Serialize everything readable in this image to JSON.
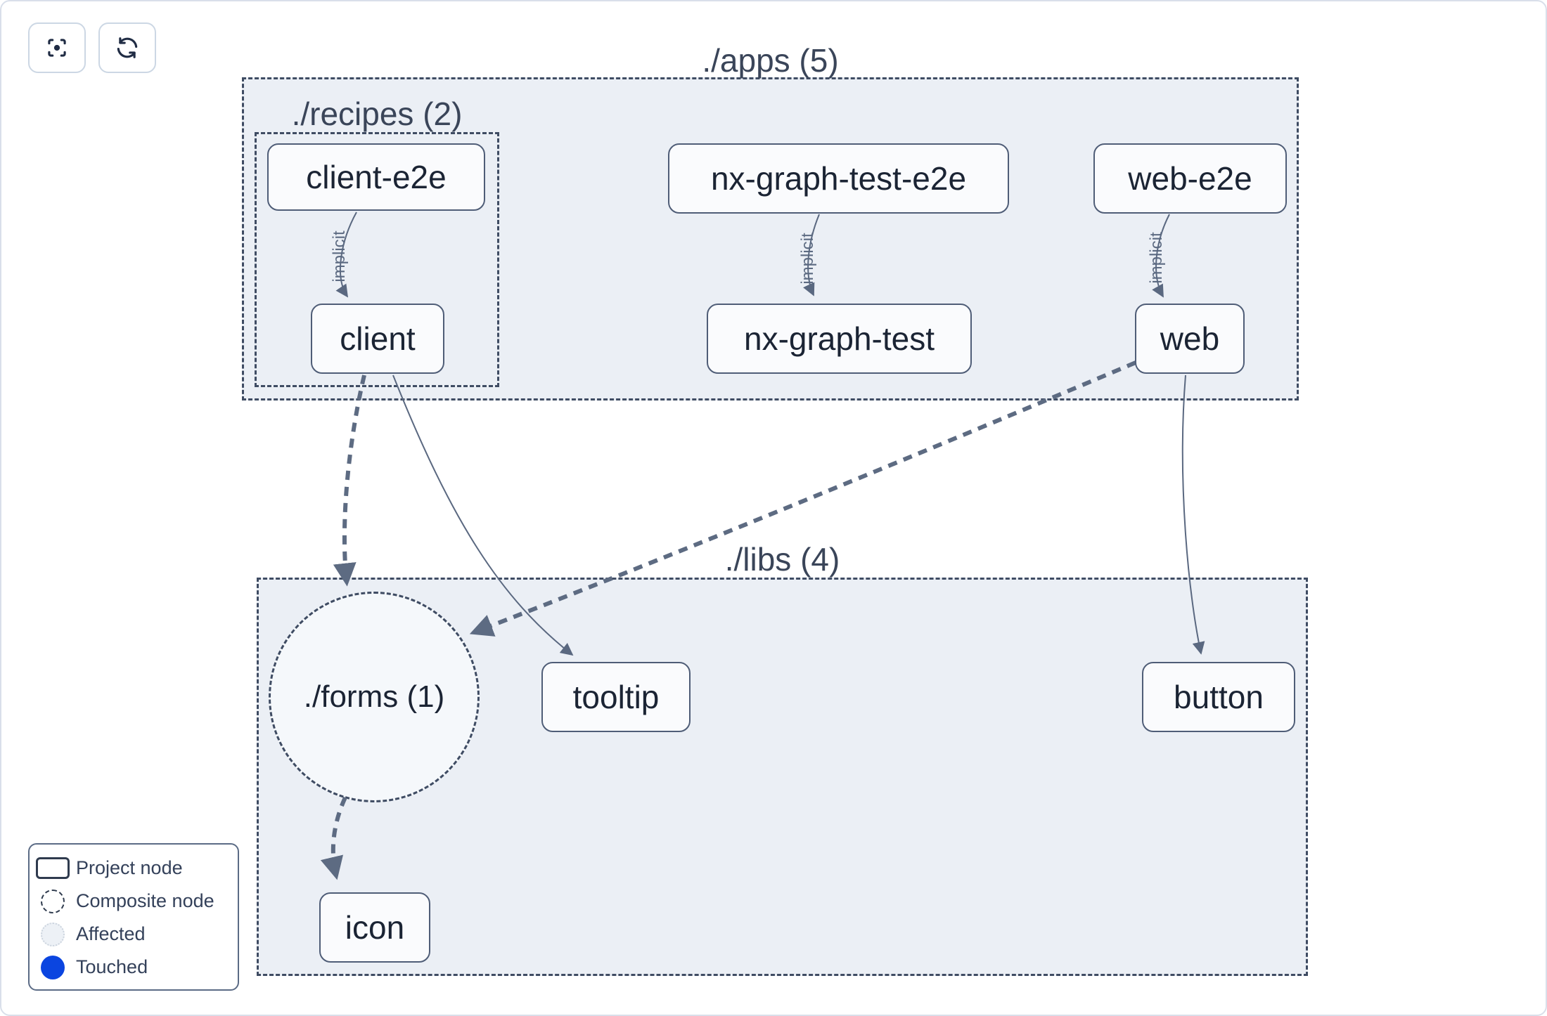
{
  "toolbar": {
    "buttons": [
      {
        "name": "focus",
        "icon": "focus-crosshair-icon"
      },
      {
        "name": "refresh",
        "icon": "refresh-cycle-icon"
      }
    ]
  },
  "graph": {
    "groups": [
      {
        "id": "apps",
        "label": "./apps (5)"
      },
      {
        "id": "recipes",
        "label": "./recipes (2)"
      },
      {
        "id": "libs",
        "label": "./libs (4)"
      }
    ],
    "composite": {
      "id": "forms",
      "label": "./forms (1)"
    },
    "nodes": [
      {
        "id": "client-e2e",
        "label": "client-e2e"
      },
      {
        "id": "client",
        "label": "client"
      },
      {
        "id": "nx-graph-test-e2e",
        "label": "nx-graph-test-e2e"
      },
      {
        "id": "nx-graph-test",
        "label": "nx-graph-test"
      },
      {
        "id": "web-e2e",
        "label": "web-e2e"
      },
      {
        "id": "web",
        "label": "web"
      },
      {
        "id": "tooltip",
        "label": "tooltip"
      },
      {
        "id": "button",
        "label": "button"
      },
      {
        "id": "icon",
        "label": "icon"
      }
    ],
    "edges": [
      {
        "source": "client-e2e",
        "target": "client",
        "type": "implicit",
        "label": "implicit"
      },
      {
        "source": "nx-graph-test-e2e",
        "target": "nx-graph-test",
        "type": "implicit",
        "label": "implicit"
      },
      {
        "source": "web-e2e",
        "target": "web",
        "type": "implicit",
        "label": "implicit"
      },
      {
        "source": "client",
        "target": "./forms",
        "type": "dependency-composite"
      },
      {
        "source": "client",
        "target": "tooltip",
        "type": "dependency"
      },
      {
        "source": "web",
        "target": "./forms",
        "type": "dependency-composite"
      },
      {
        "source": "web",
        "target": "button",
        "type": "dependency"
      },
      {
        "source": "./forms",
        "target": "icon",
        "type": "dependency-composite"
      }
    ]
  },
  "legend": {
    "items": [
      {
        "label": "Project node",
        "swatch": "project-node-swatch"
      },
      {
        "label": "Composite node",
        "swatch": "composite-node-swatch"
      },
      {
        "label": "Affected",
        "swatch": "affected-swatch"
      },
      {
        "label": "Touched",
        "swatch": "touched-swatch"
      }
    ]
  },
  "colors": {
    "touched": "#0b45e0",
    "affected_fill": "#edf1f6",
    "container_fill": "#ebeff5",
    "dashed_border": "#3f4c63",
    "node_border": "#4f5d77",
    "edge": "#5d6b82"
  }
}
